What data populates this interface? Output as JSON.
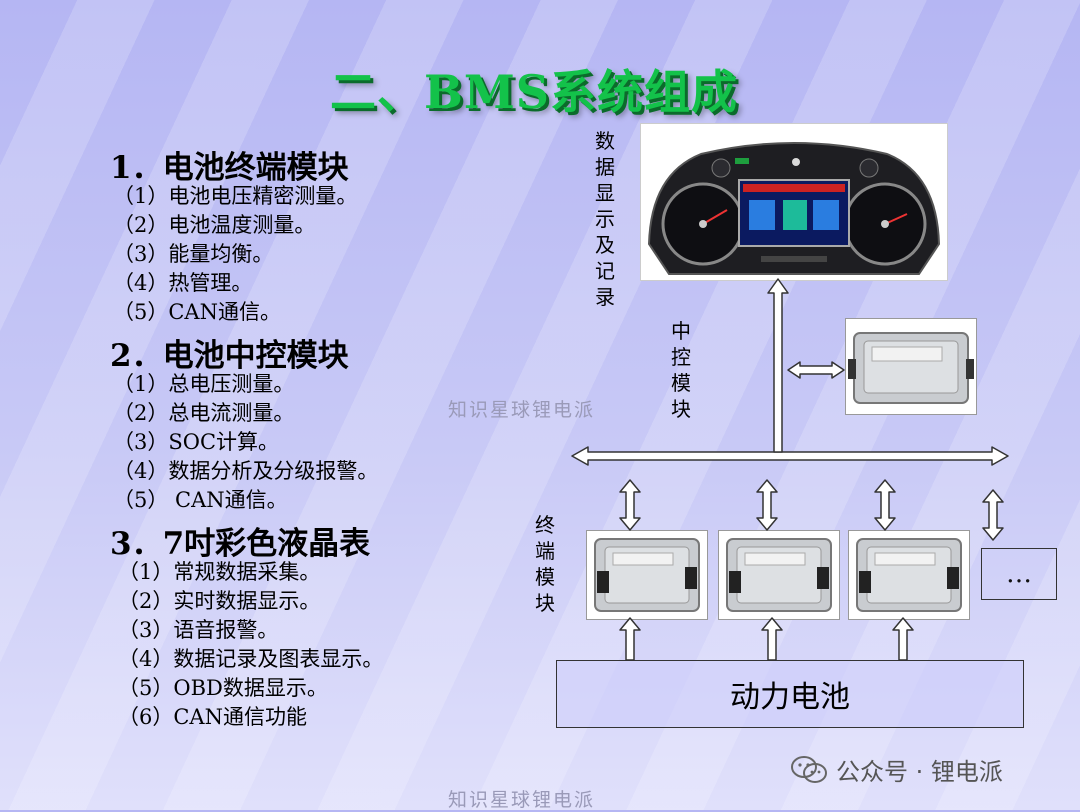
{
  "title": "二、BMS系统组成",
  "sections": [
    {
      "heading": "1．电池终端模块",
      "items": [
        "（1）电池电压精密测量。",
        "（2）电池温度测量。",
        "（3）能量均衡。",
        "（4）热管理。",
        "（5）CAN通信。"
      ]
    },
    {
      "heading": "2．电池中控模块",
      "items": [
        "（1）总电压测量。",
        "（2）总电流测量。",
        "（3）SOC计算。",
        "（4）数据分析及分级报警。",
        "（5） CAN通信。"
      ]
    },
    {
      "heading": "3．7吋彩色液晶表",
      "items": [
        "（1）常规数据采集。",
        "（2）实时数据显示。",
        "（3）语音报警。",
        "（4）数据记录及图表显示。",
        "（5）OBD数据显示。",
        "（6）CAN通信功能"
      ]
    }
  ],
  "diagram": {
    "display_label": "数据显示及记录",
    "central_label": "中控模块",
    "terminal_label": "终端模块",
    "ellipsis": "…",
    "battery_label": "动力电池"
  },
  "watermark": "知识星球锂电派",
  "wechat": "公众号 · 锂电派"
}
